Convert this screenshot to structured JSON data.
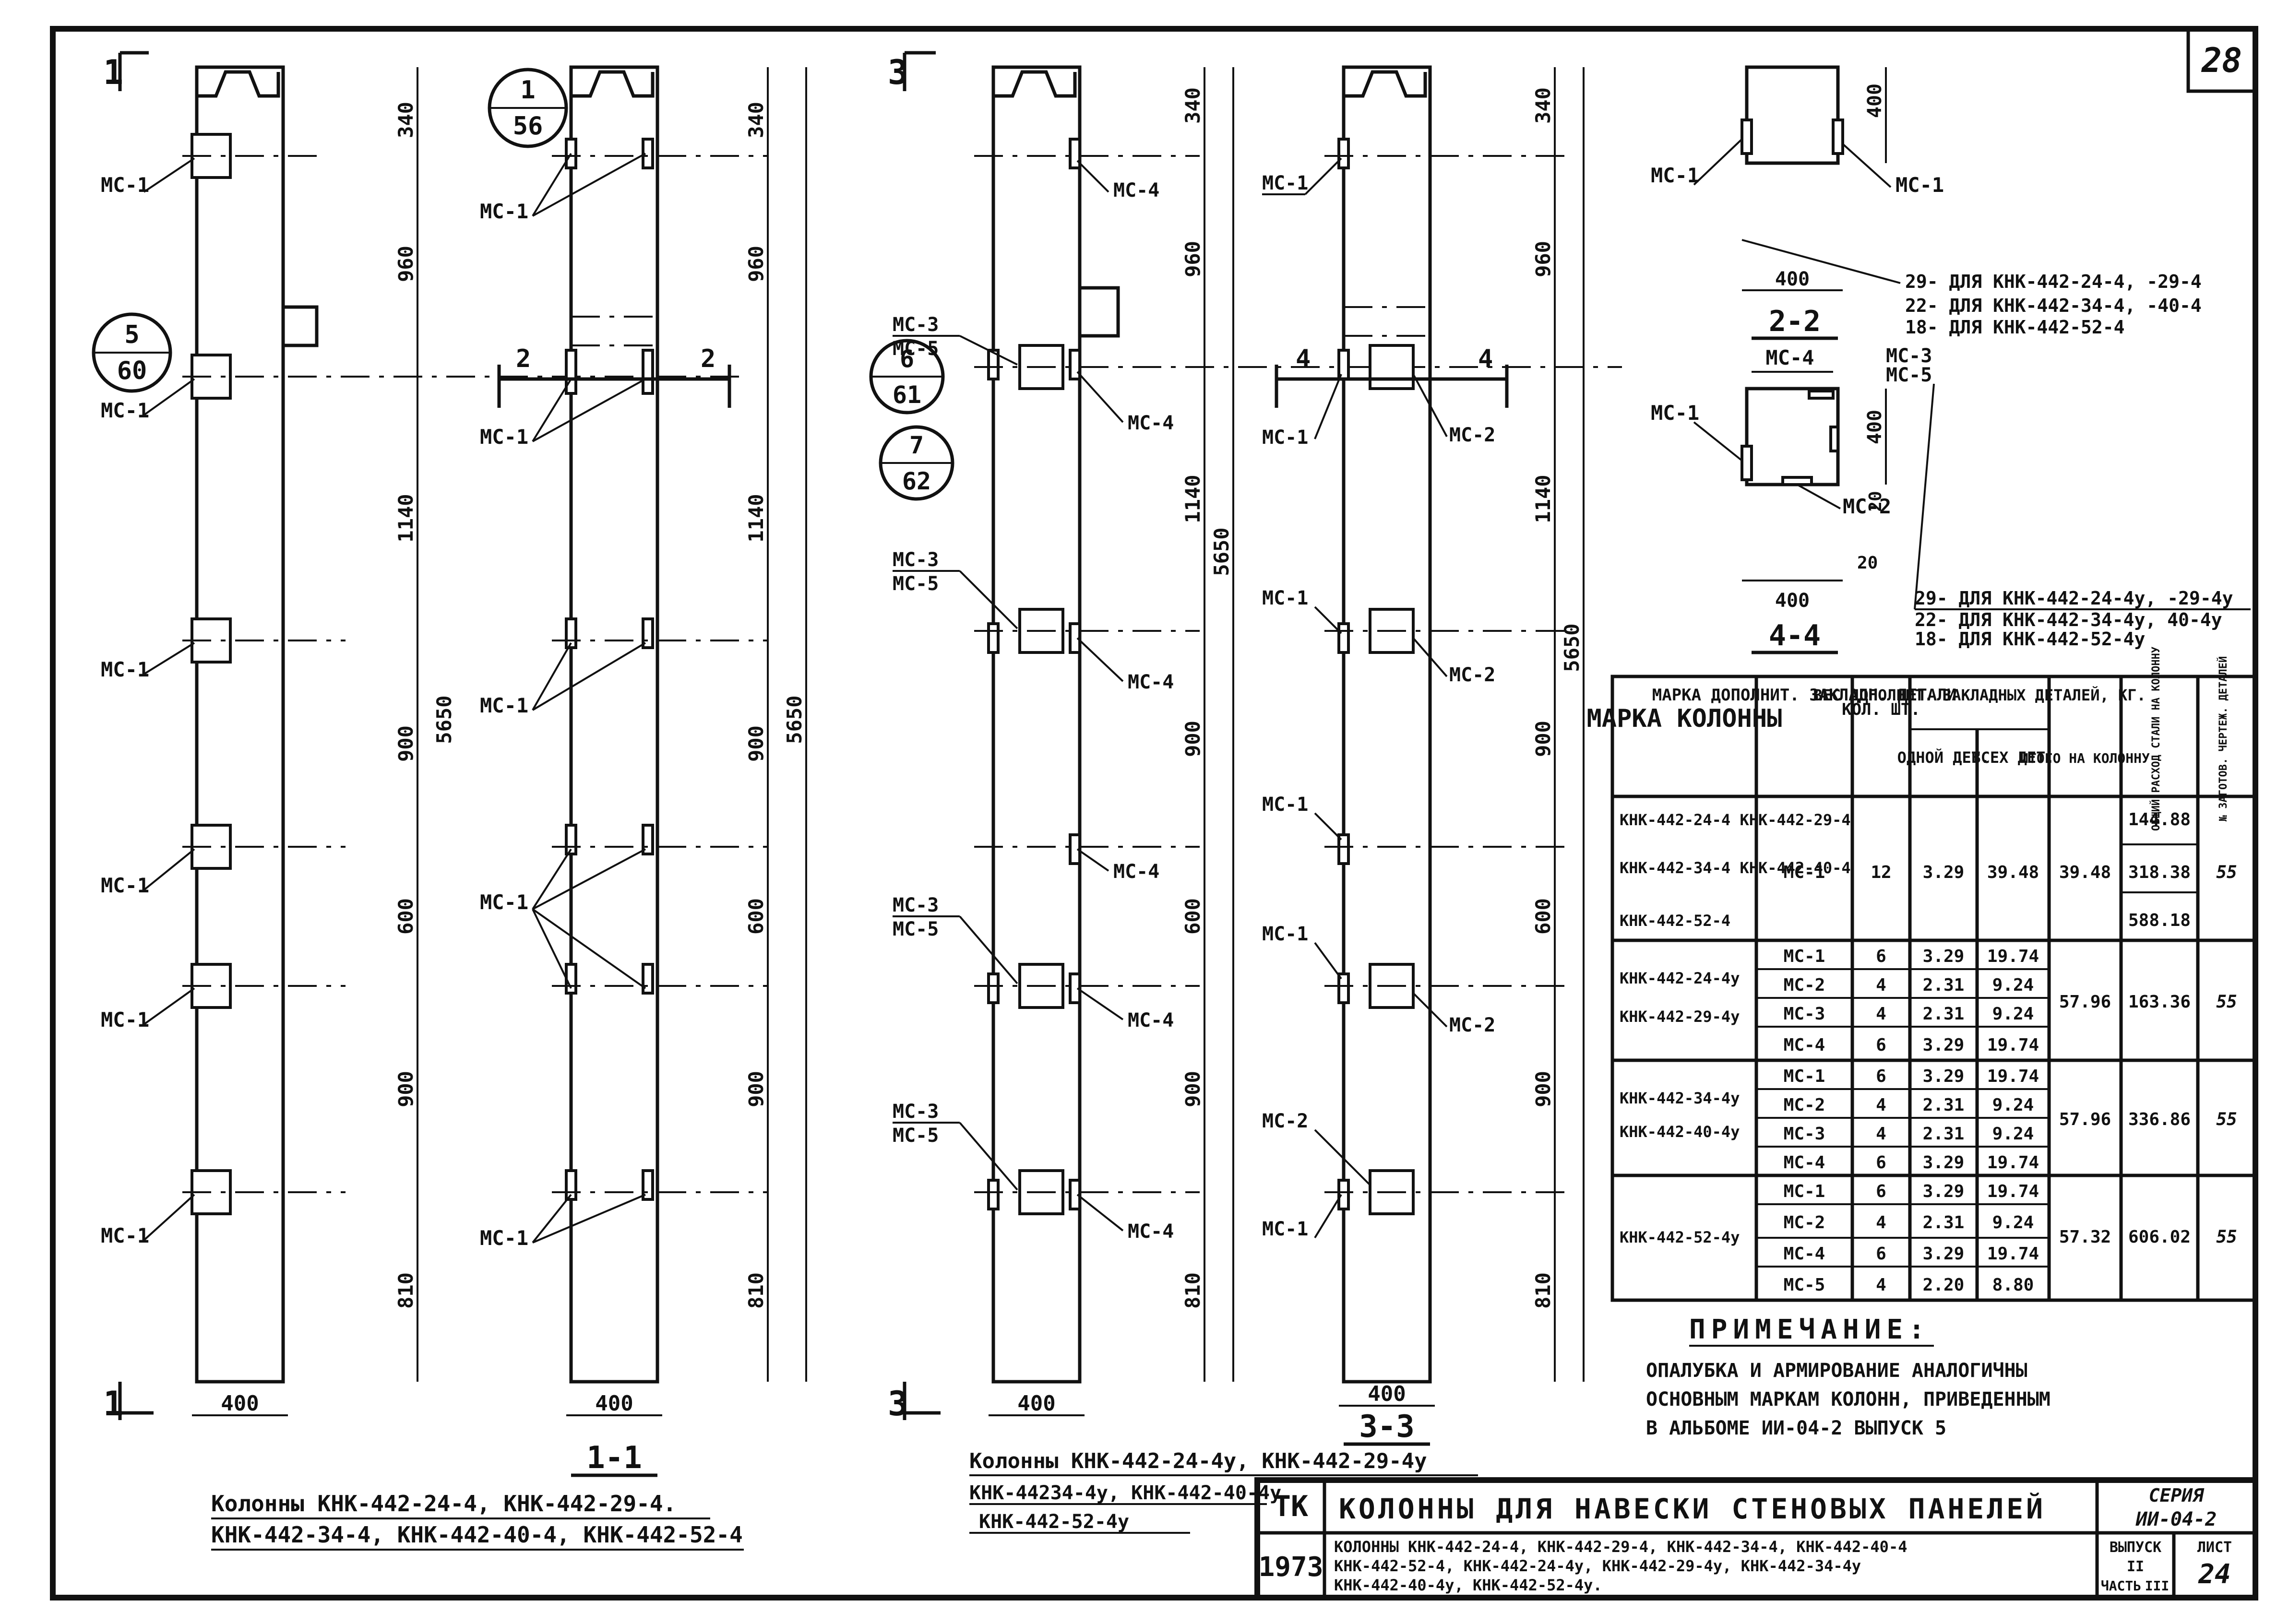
{
  "sheet_number": "28",
  "columns_group_1": {
    "view_left_mark": "1",
    "view_right_mark": "1",
    "section_label": "1-1",
    "bubble_5_60": [
      "5",
      "60"
    ],
    "bubble_1_56": [
      "1",
      "56"
    ],
    "label_ms1": "МС-1",
    "dims": [
      "340",
      "960",
      "1140",
      "900",
      "600",
      "900",
      "810"
    ],
    "total_dim": "5650",
    "width_dim": "400",
    "cut_mark": "2",
    "caption_line1": "Колонны КНК-442-24-4, КНК-442-29-4.",
    "caption_line2": "КНК-442-34-4, КНК-442-40-4, КНК-442-52-4"
  },
  "columns_group_2": {
    "view_mark": "3",
    "section_label": "3-3",
    "bubble_6_61": [
      "6",
      "61"
    ],
    "bubble_7_62": [
      "7",
      "62"
    ],
    "labels": {
      "ms1": "МС-1",
      "ms2": "МС-2",
      "ms3": "МС-3",
      "ms4": "МС-4",
      "ms5": "МС-5"
    },
    "cut_mark": "4",
    "caption_line1": "Колонны КНК-442-24-4у, КНК-442-29-4у",
    "caption_line2": "КНК-44234-4у, КНК-442-40-4у",
    "caption_line3": "КНК-442-52-4у"
  },
  "sections": {
    "top_dim": "400",
    "top_label_left": "МС-1",
    "top_label_right": "МС-1",
    "section_2_2": "2-2",
    "width_400": "400",
    "note_2_2": [
      "29- ДЛЯ КНК-442-24-4, -29-4",
      "22- ДЛЯ КНК-442-34-4, -40-4",
      "18- ДЛЯ КНК-442-52-4"
    ],
    "section_4_4": "4-4",
    "labels_4_4": {
      "ms4": "МС-4",
      "ms3": "МС-3",
      "ms5": "МС-5",
      "ms1": "МС-1",
      "ms2": "МС-2"
    },
    "dim_20": "20",
    "note_4_4": [
      "29- ДЛЯ КНК-442-24-4у, -29-4у",
      "22- ДЛЯ КНК-442-34-4у, 40-4у",
      "18- ДЛЯ КНК-442-52-4у"
    ]
  },
  "table": {
    "headers": {
      "mark": "МАРКА КОЛОННЫ",
      "part_mark": "МАРКА ДОПОЛНИТ. ЗАКЛАДН. ДЕТАЛИ",
      "qty": "КОЛ. ШТ.",
      "weight_group": "ВЕС ДОПОЛНИТ. ЗАКЛАДНЫХ ДЕТАЛЕЙ, КГ.",
      "one": "ОДНОЙ ДЕТ.",
      "all": "ВСЕХ ДЕТ.",
      "total": "ИТОГО НА КОЛОННУ",
      "steel": "ОБЩИЙ РАСХОД СТАЛИ НА КОЛОННУ",
      "drawing": "№ ЗАГОТОВ. ЧЕРТЕЖ. ДЕТАЛЕЙ"
    },
    "group1": {
      "marks": [
        "КНК-442-24-4\nКНК-442-29-4",
        "КНК-442-34-4\nКНК-442-40-4",
        "КНК-442-52-4"
      ],
      "part": "МС-1",
      "qty": "12",
      "one": "3.29",
      "all": "39.48",
      "total": "39.48",
      "steel": [
        "144.88",
        "318.38",
        "588.18"
      ],
      "drawing": "55"
    },
    "group2": {
      "marks": [
        "КНК-442-24-4у",
        "КНК-442-29-4у"
      ],
      "rows": [
        [
          "МС-1",
          "6",
          "3.29",
          "19.74"
        ],
        [
          "МС-2",
          "4",
          "2.31",
          "9.24"
        ],
        [
          "МС-3",
          "4",
          "2.31",
          "9.24"
        ],
        [
          "МС-4",
          "6",
          "3.29",
          "19.74"
        ]
      ],
      "total": "57.96",
      "steel": "163.36",
      "drawing": "55"
    },
    "group3": {
      "marks": [
        "КНК-442-34-4у",
        "КНК-442-40-4у"
      ],
      "rows": [
        [
          "МС-1",
          "6",
          "3.29",
          "19.74"
        ],
        [
          "МС-2",
          "4",
          "2.31",
          "9.24"
        ],
        [
          "МС-3",
          "4",
          "2.31",
          "9.24"
        ],
        [
          "МС-4",
          "6",
          "3.29",
          "19.74"
        ]
      ],
      "total": "57.96",
      "steel": "336.86",
      "drawing": "55"
    },
    "group4": {
      "marks": [
        "КНК-442-52-4у"
      ],
      "rows": [
        [
          "МС-1",
          "6",
          "3.29",
          "19.74"
        ],
        [
          "МС-2",
          "4",
          "2.31",
          "9.24"
        ],
        [
          "МС-4",
          "6",
          "3.29",
          "19.74"
        ],
        [
          "МС-5",
          "4",
          "2.20",
          "8.80"
        ]
      ],
      "total": "57.32",
      "steel": "606.02",
      "drawing": "55"
    }
  },
  "note": {
    "title": "ПРИМЕЧАНИЕ:",
    "text_lines": [
      "ОПАЛУБКА И АРМИРОВАНИЕ АНАЛОГИЧНЫ",
      "ОСНОВНЫМ МАРКАМ КОЛОНН, ПРИВЕДЕННЫМ",
      "В АЛЬБОМЕ ИИ-04-2 ВЫПУСК 5"
    ]
  },
  "title_block": {
    "org": "ТК",
    "year": "1973",
    "title": "КОЛОННЫ ДЛЯ НАВЕСКИ СТЕНОВЫХ ПАНЕЛЕЙ",
    "subtitle_lines": [
      "КОЛОННЫ КНК-442-24-4, КНК-442-29-4, КНК-442-34-4, КНК-442-40-4",
      "КНК-442-52-4, КНК-442-24-4у, КНК-442-29-4у, КНК-442-34-4у",
      "КНК-442-40-4у, КНК-442-52-4у."
    ],
    "series_label": "СЕРИЯ",
    "series_value": "ИИ-04-2",
    "issue_label": "ВЫПУСК",
    "issue_value": "II",
    "part_label": "ЧАСТЬ",
    "part_value": "III",
    "sheet_label": "ЛИСТ",
    "sheet_value": "24"
  }
}
